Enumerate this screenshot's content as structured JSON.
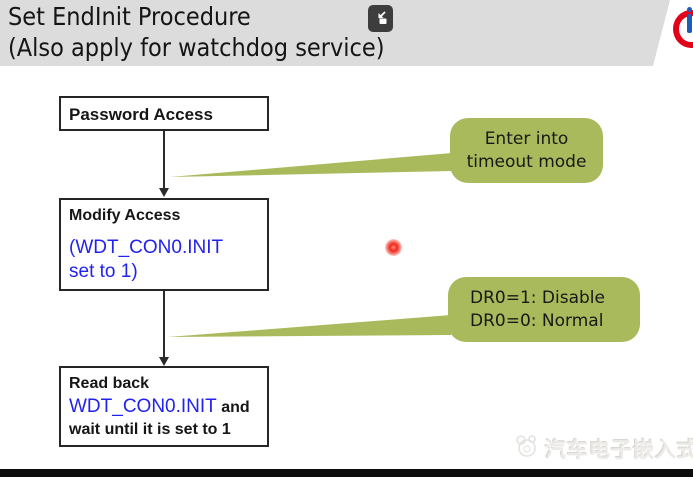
{
  "header": {
    "title_line1": "Set EndInit Procedure",
    "title_line2": "(Also apply for watchdog service)"
  },
  "flowchart": {
    "box1_title": "Password Access",
    "box2_title": "Modify Access",
    "box2_detail1": "(WDT_CON0.INIT",
    "box2_detail2": "set to 1)",
    "box3_line1": "Read back",
    "box3_line2_register": "WDT_CON0.INIT",
    "box3_line2_suffix": " and",
    "box3_line3": "wait until it is set to 1"
  },
  "callouts": {
    "timeout": {
      "line1": "Enter into",
      "line2": "timeout mode"
    },
    "dr0": {
      "line1": "DR0=1: Disable",
      "line2": "DR0=0: Normal"
    }
  },
  "watermark": {
    "text": "汽车电子嵌入式"
  },
  "icons": {
    "resize": "shrink-restore-icon",
    "brand": "infineon-partial-logo",
    "watermark_logo": "panda-badge-icon"
  },
  "colors": {
    "header_gray": "#dcdcdc",
    "callout_green": "#a9ba5c",
    "register_blue": "#2222f0",
    "box_border_black": "#262626",
    "laser_red": "#f2281a",
    "logo_red": "#e2001a",
    "logo_blue": "#1e5bb8",
    "bottom_bar_black": "#0e0e0e"
  }
}
